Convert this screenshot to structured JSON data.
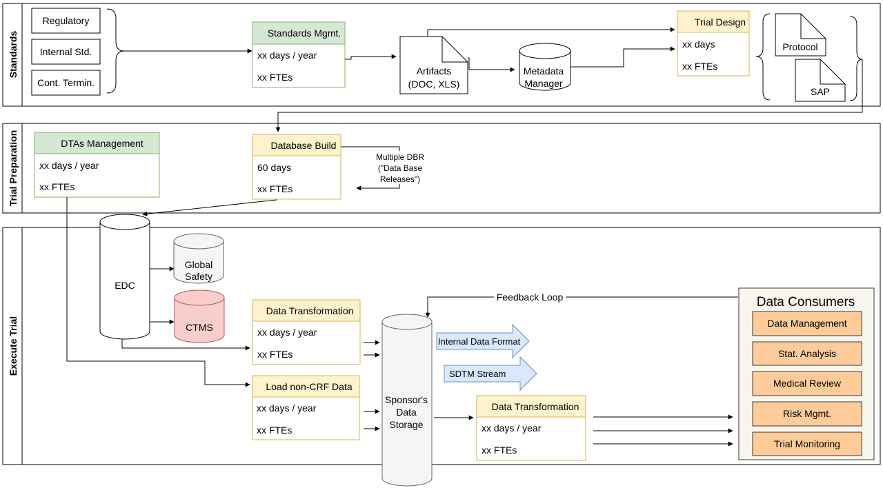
{
  "lanes": {
    "standards": "Standards",
    "trial_preparation": "Trial Preparation",
    "execute_trial": "Execute Trial"
  },
  "standards": {
    "inputs": [
      "Regulatory",
      "Internal Std.",
      "Cont. Termin."
    ],
    "standards_mgmt": {
      "title": "Standards Mgmt.",
      "days": "xx days / year",
      "ftes": "xx FTEs"
    },
    "artifacts": {
      "line1": "Artifacts",
      "line2": "(DOC, XLS)"
    },
    "metadata_manager": {
      "line1": "Metadata",
      "line2": "Manager"
    },
    "trial_design": {
      "title": "Trial Design",
      "days": "xx days",
      "ftes": "xx FTEs"
    },
    "protocol": "Protocol",
    "sap": "SAP"
  },
  "trial_preparation": {
    "dtas": {
      "title": "DTAs Management",
      "days": "xx days / year",
      "ftes": "xx FTEs"
    },
    "database_build": {
      "title": "Database Build",
      "days": "60 days",
      "ftes": "xx FTEs"
    },
    "dbr_note": {
      "line1": "Multiple DBR",
      "line2": "(\"Data Base",
      "line3": "Releases\")"
    }
  },
  "execute_trial": {
    "edc": "EDC",
    "global_safety": {
      "line1": "Global",
      "line2": "Safety"
    },
    "ctms": "CTMS",
    "data_transformation_1": {
      "title": "Data Transformation",
      "days": "xx days / year",
      "ftes": "xx FTEs"
    },
    "load_non_crf": {
      "title": "Load non-CRF Data",
      "days": "xx days / year",
      "ftes": "xx FTEs"
    },
    "sponsor_storage": {
      "line1": "Sponsor's",
      "line2": "Data",
      "line3": "Storage"
    },
    "internal_format": "Internal Data Format",
    "sdtm_stream": "SDTM Stream",
    "data_transformation_2": {
      "title": "Data Transformation",
      "days": "xx days / year",
      "ftes": "xx FTEs"
    },
    "feedback_loop": "Feedback Loop",
    "data_consumers": {
      "title": "Data Consumers",
      "items": [
        "Data Management",
        "Stat. Analysis",
        "Medical Review",
        "Risk Mgmt.",
        "Trial Monitoring"
      ]
    }
  },
  "colors": {
    "green_fill": "#d5e8d4",
    "green_stroke": "#82b366",
    "yellow_fill": "#fff2cc",
    "yellow_stroke": "#d6b656",
    "red_fill": "#f8cecc",
    "red_stroke": "#b85450",
    "gray_fill": "#f5f5f5",
    "gray_stroke": "#666666",
    "blue_fill": "#dae8fc",
    "blue_stroke": "#6c8ebf",
    "orange_fill": "#ffcc99",
    "panel_fill": "#f9f7ed"
  }
}
